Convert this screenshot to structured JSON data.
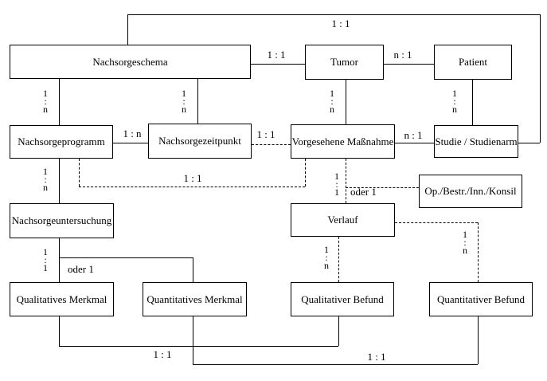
{
  "diagram": {
    "type": "entity-relationship",
    "line_color": "#000000",
    "background_color": "#ffffff",
    "entities": {
      "nachsorgeschema": {
        "label": "Nachsorgeschema"
      },
      "tumor": {
        "label": "Tumor"
      },
      "patient": {
        "label": "Patient"
      },
      "nachsorgeprogramm": {
        "label": "Nachsorgeprogramm"
      },
      "nachsorgezeitpunkt": {
        "label": "Nachsorgezeitpunkt"
      },
      "vorgesehene_massnahme": {
        "label": "Vorgesehene Maßnahme"
      },
      "studie_studienarm": {
        "label": "Studie / Studienarm"
      },
      "op_bestr_inn_konsil": {
        "label": "Op./Bestr./Inn./Konsil"
      },
      "nachsorgeuntersuchung": {
        "label": "Nachsorgeuntersuchung"
      },
      "verlauf": {
        "label": "Verlauf"
      },
      "qualitatives_merkmal": {
        "label": "Qualitatives Merkmal"
      },
      "quantitatives_merkmal": {
        "label": "Quantitatives Merkmal"
      },
      "qualitativer_befund": {
        "label": "Qualitativer Befund"
      },
      "quantitativer_befund": {
        "label": "Quantitativer Befund"
      }
    },
    "relations": {
      "schema_studie_top": "1 : 1",
      "schema_tumor": "1 : 1",
      "tumor_patient": "n : 1",
      "programm_zeitpunkt": "1 : n",
      "zeitpunkt_massnahme": "1 : 1",
      "massnahme_studie": "n : 1",
      "programm_massnahme": "1 : 1",
      "merkmal_bus": "1 : 1",
      "befund_bus": "1 : 1",
      "oder_left": "oder 1",
      "oder_right": "oder 1"
    },
    "stacks": {
      "schema_programm": {
        "a": "1",
        "b": ":",
        "c": "n"
      },
      "schema_zeitpunkt": {
        "a": "1",
        "b": ":",
        "c": "n"
      },
      "tumor_massnahme": {
        "a": "1",
        "b": ":",
        "c": "n"
      },
      "patient_studie": {
        "a": "1",
        "b": ":",
        "c": "n"
      },
      "programm_untersuchung": {
        "a": "1",
        "b": ":",
        "c": "n"
      },
      "untersuchung_merkmal": {
        "a": "1",
        "b": ":",
        "c": "1"
      },
      "massnahme_verlauf": {
        "a": "1",
        "b": ":",
        "c": "1"
      },
      "verlauf_qual_befund": {
        "a": "1",
        "b": ":",
        "c": "n"
      },
      "verlauf_quant_befund": {
        "a": "1",
        "b": ":",
        "c": "n"
      }
    }
  }
}
